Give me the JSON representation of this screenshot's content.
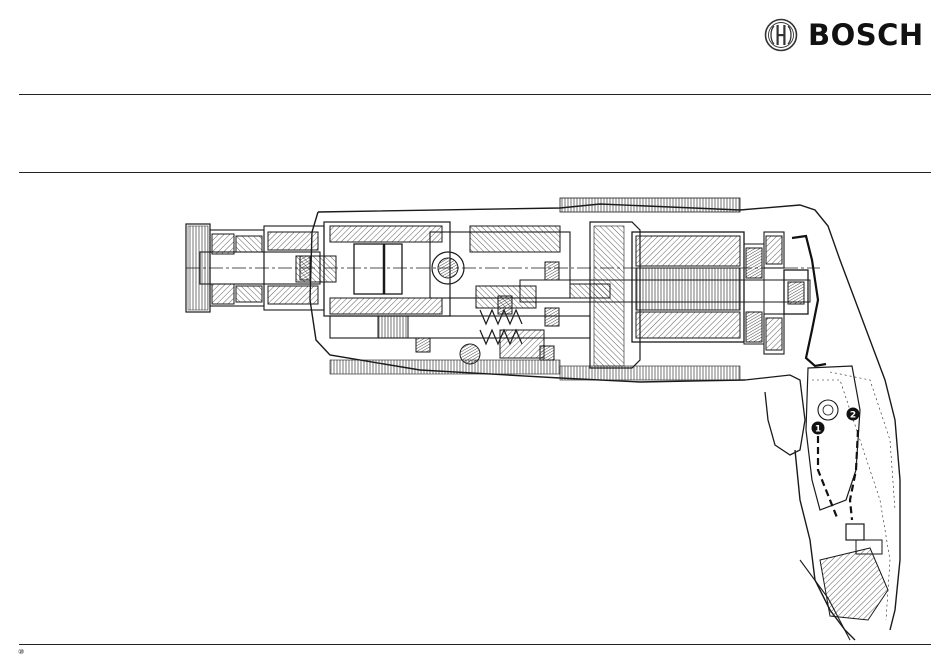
{
  "brand": {
    "name": "BOSCH",
    "logo_icon": "bosch-armature-icon"
  },
  "diagram": {
    "subject": "hammer-drill-cutaway",
    "callouts": [
      {
        "id": "callout-1",
        "label": "1"
      },
      {
        "id": "callout-2",
        "label": "2"
      }
    ],
    "colors": {
      "line": "#1a1a1a",
      "background": "#ffffff"
    }
  },
  "footer": {
    "marker": "⑩"
  }
}
